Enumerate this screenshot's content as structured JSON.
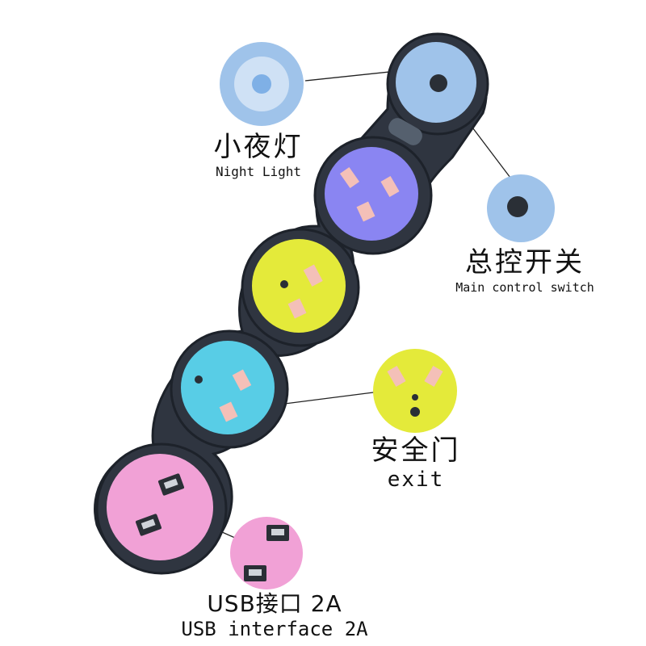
{
  "colors": {
    "body": "#2f3540",
    "body_edge": "#1d222a",
    "night_light": "#9fc3ea",
    "outlet_violet": "#8a85f2",
    "outlet_yellow": "#e4ea3a",
    "outlet_cyan": "#58cde6",
    "usb_pink": "#f1a1d6",
    "pin": "#f4c0b8"
  },
  "labels": {
    "night_light": {
      "zh": "小夜灯",
      "en": "Night Light"
    },
    "main_switch": {
      "zh": "总控开关",
      "en": "Main control switch"
    },
    "safety_door": {
      "zh": "安全门",
      "en": "exit"
    },
    "usb": {
      "zh": "USB接口 2A",
      "en": "USB interface 2A"
    }
  }
}
